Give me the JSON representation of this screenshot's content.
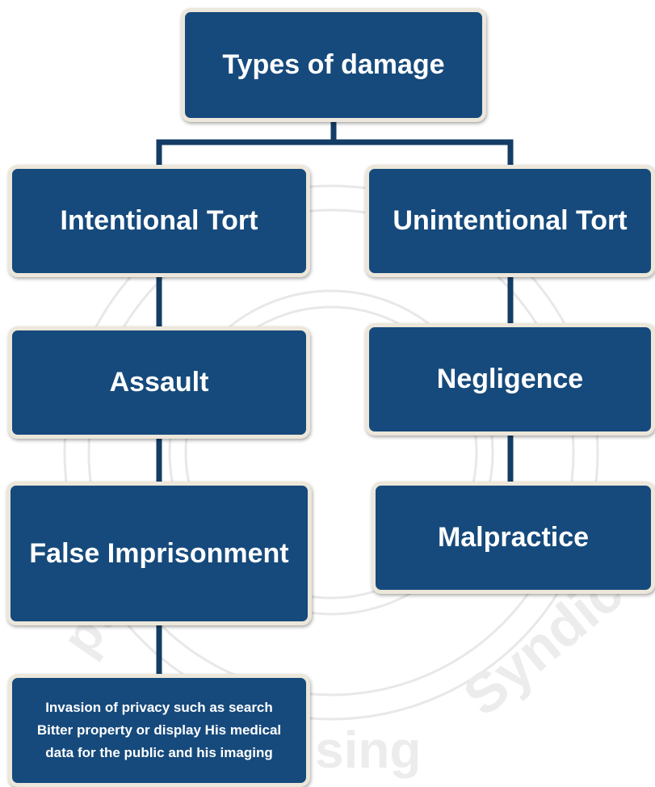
{
  "diagram": {
    "root": "Types of damage",
    "intentional": {
      "title": "Intentional Tort",
      "level1": "Assault",
      "level2": "False Imprisonment",
      "level3": "Invasion of privacy such as search Bitter property or display His medical data for the public and his imaging"
    },
    "unintentional": {
      "title": "Unintentional Tort",
      "level1": "Negligence",
      "level2": "Malpractice"
    }
  },
  "colors": {
    "box_fill": "#164a7c",
    "box_border": "#ece7da",
    "connector": "#143d66",
    "text": "#ffffff"
  },
  "watermark": {
    "text_left": "ptia",
    "text_right": "Syndic",
    "text_bottom": "sing"
  }
}
